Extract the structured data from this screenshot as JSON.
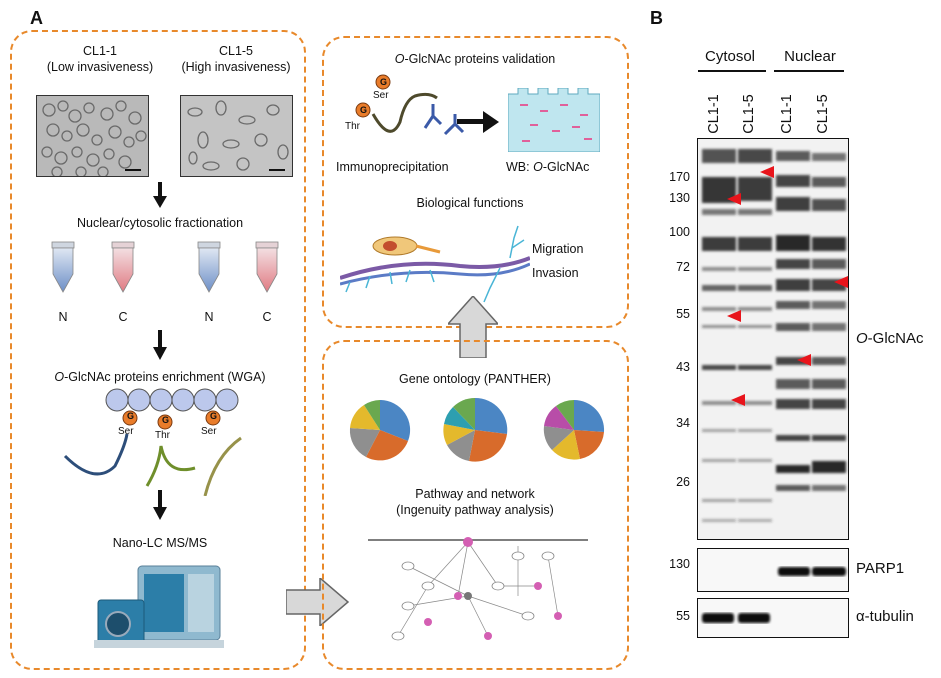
{
  "panelA": {
    "letter": "A",
    "cells": [
      {
        "name": "CL1-1",
        "desc": "(Low invasiveness)"
      },
      {
        "name": "CL1-5",
        "desc": "(High invasiveness)"
      }
    ],
    "fractionation": "Nuclear/cytosolic fractionation",
    "tubes": [
      "N",
      "C",
      "N",
      "C"
    ],
    "enrichment_italic": "O",
    "enrichment_rest": "-GlcNAc proteins enrichment (WGA)",
    "residues": [
      "Ser",
      "Thr",
      "Ser"
    ],
    "glyco_letter": "G",
    "ms": "Nano-LC MS/MS",
    "validation": {
      "title_italic": "O",
      "title_rest": "-GlcNAc proteins validation",
      "ser": "Ser",
      "thr": "Thr",
      "ip": "Immunoprecipitation",
      "wb_prefix": "WB: ",
      "wb_italic": "O",
      "wb_rest": "-GlcNAc"
    },
    "bio": {
      "title": "Biological functions",
      "migration": "Migration",
      "invasion": "Invasion"
    },
    "go": "Gene ontology (PANTHER)",
    "pathway1": "Pathway and network",
    "pathway2": "(Ingenuity pathway analysis)"
  },
  "panelB": {
    "letter": "B",
    "groups": [
      "Cytosol",
      "Nuclear"
    ],
    "lanes": [
      "CL1-1",
      "CL1-5",
      "CL1-1",
      "CL1-5"
    ],
    "markers": [
      "170",
      "130",
      "100",
      "72",
      "55",
      "43",
      "34",
      "26"
    ],
    "label_italic": "O",
    "label_rest": "-GlcNAc",
    "parp_marker": "130",
    "parp_label": "PARP1",
    "tubulin_marker": "55",
    "tubulin_label": "α-tubulin"
  },
  "colors": {
    "dashed_border": "#e8892b",
    "arrowhead": "#e8141b",
    "glyco_circle": "#e97c2a",
    "tube_blue": "#6d8fc7",
    "tube_red": "#e07a82"
  }
}
